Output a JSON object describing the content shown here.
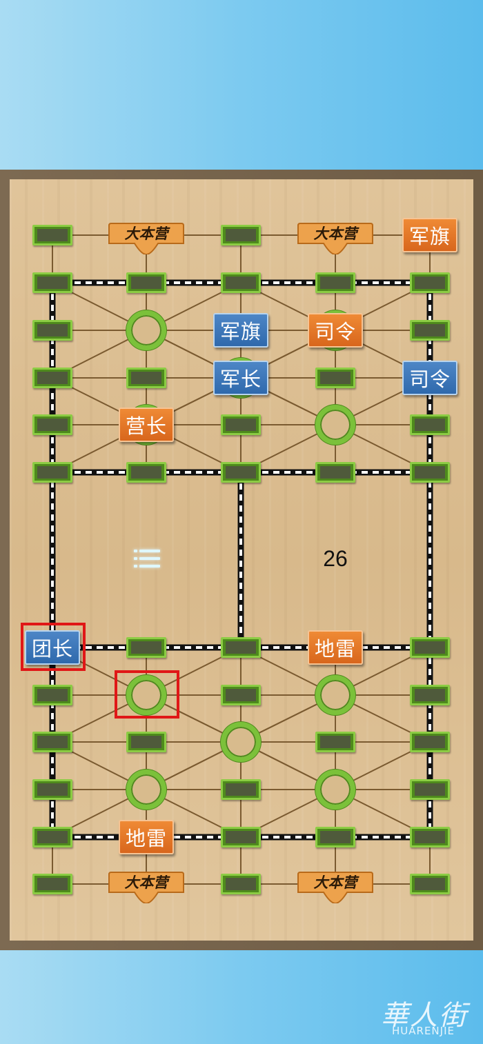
{
  "game": {
    "move_count": "26",
    "headquarters_label": "大本营",
    "pieces": [
      {
        "label": "军旗",
        "side": "orange",
        "col": 4,
        "row": 0
      },
      {
        "label": "军旗",
        "side": "blue",
        "col": 2,
        "row": 2
      },
      {
        "label": "司令",
        "side": "orange",
        "col": 3,
        "row": 2
      },
      {
        "label": "军长",
        "side": "blue",
        "col": 2,
        "row": 3
      },
      {
        "label": "司令",
        "side": "blue",
        "col": 4,
        "row": 3
      },
      {
        "label": "营长",
        "side": "orange",
        "col": 1,
        "row": 4
      },
      {
        "label": "团长",
        "side": "blue",
        "col": 0,
        "row": 6
      },
      {
        "label": "地雷",
        "side": "orange",
        "col": 3,
        "row": 6
      },
      {
        "label": "地雷",
        "side": "orange",
        "col": 1,
        "row": 10
      }
    ],
    "selected_piece": {
      "col": 0,
      "row": 6
    },
    "selected_target": {
      "col": 1,
      "row": 7
    }
  },
  "colors": {
    "blue_side": "#3572b4",
    "orange_side": "#e4742a",
    "selection": "#e01717",
    "post_green": "#8ccc44"
  },
  "menu_icon": "list-menu-icon",
  "watermark": {
    "chinese": "華人街",
    "english": "HUARENJIE"
  }
}
